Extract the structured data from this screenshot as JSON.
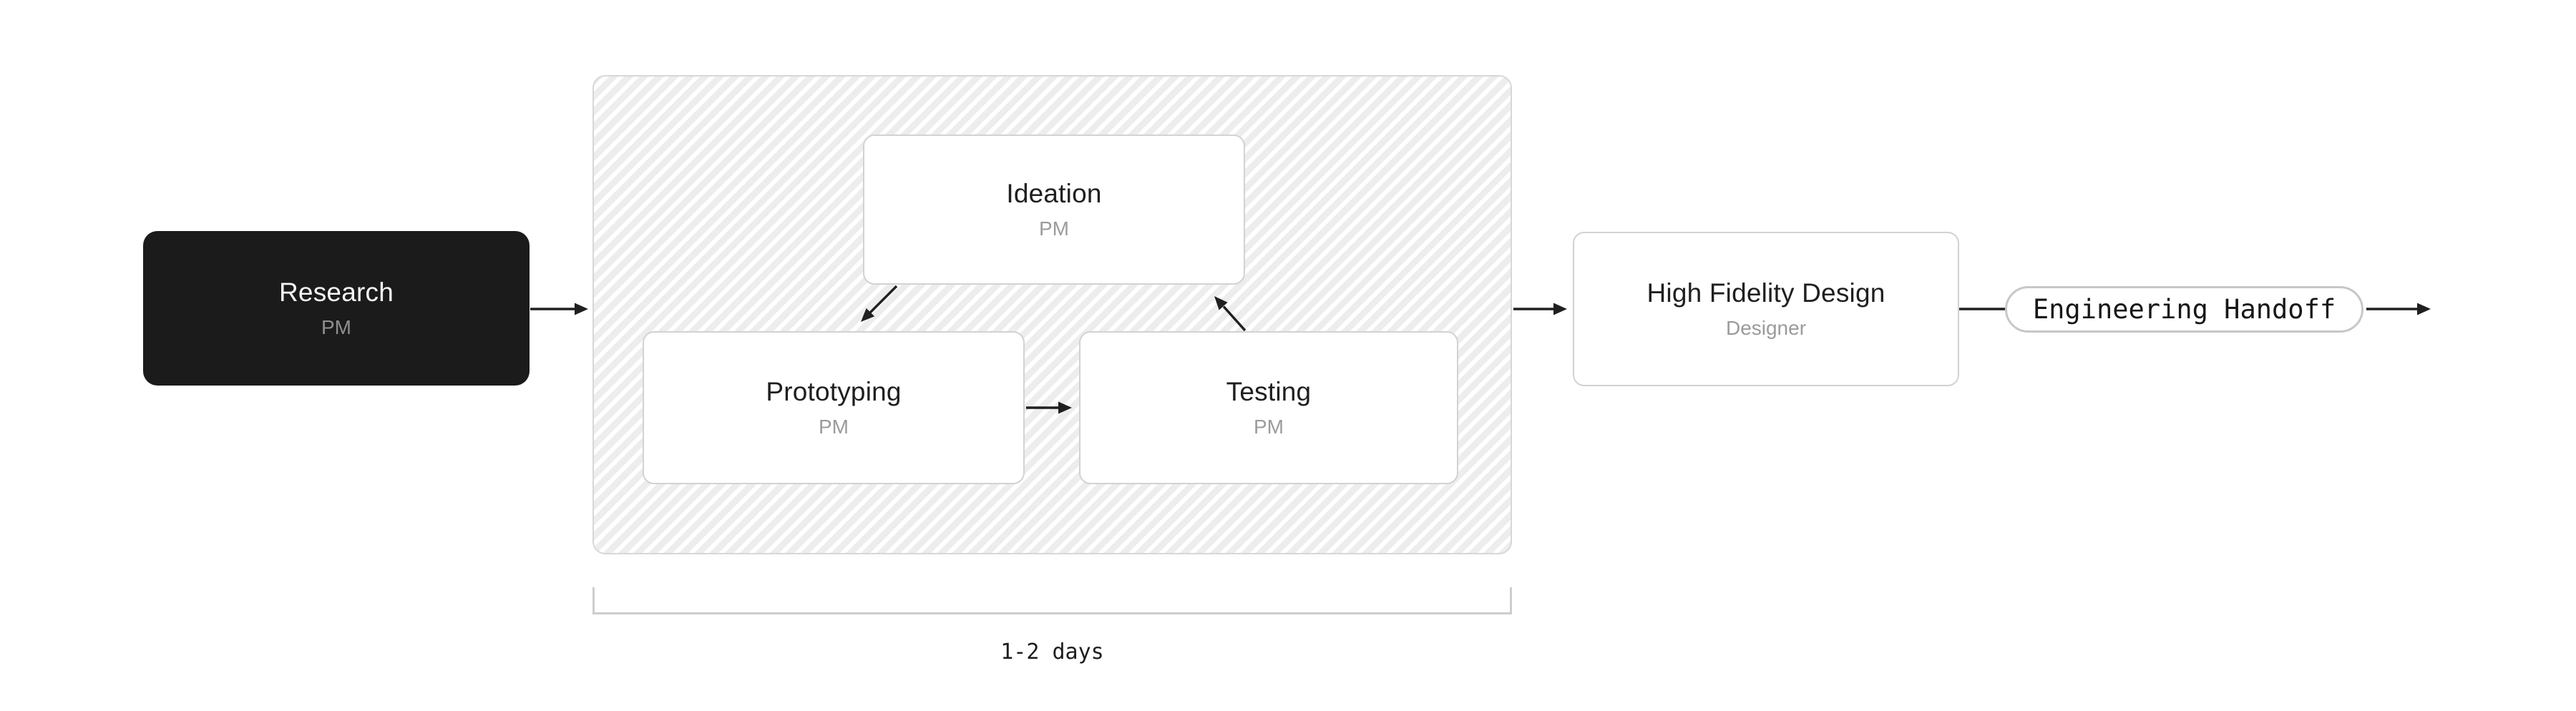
{
  "diagram": {
    "nodes": {
      "research": {
        "title": "Research",
        "subtitle": "PM"
      },
      "ideation": {
        "title": "Ideation",
        "subtitle": "PM"
      },
      "prototyping": {
        "title": "Prototyping",
        "subtitle": "PM"
      },
      "testing": {
        "title": "Testing",
        "subtitle": "PM"
      },
      "high_fidelity_design": {
        "title": "High Fidelity Design",
        "subtitle": "Designer"
      }
    },
    "pill": {
      "label": "Engineering Handoff"
    },
    "loop": {
      "duration_label": "1-2 days"
    },
    "colors": {
      "background": "#ffffff",
      "node_dark_bg": "#1b1b1b",
      "node_dark_title": "#f5f5f5",
      "node_dark_subtitle": "#8f8f8f",
      "node_border": "#d2d2d2",
      "node_title": "#1f1f1f",
      "node_subtitle": "#9b9b9b",
      "loop_container_border": "#d7d7d7",
      "loop_hatch_line": "#ededed",
      "arrow": "#202020",
      "pill_border": "#c7c7c7",
      "pill_text": "#171717",
      "bracket": "#cdcdcd",
      "duration_text": "#1d1d1d"
    }
  }
}
